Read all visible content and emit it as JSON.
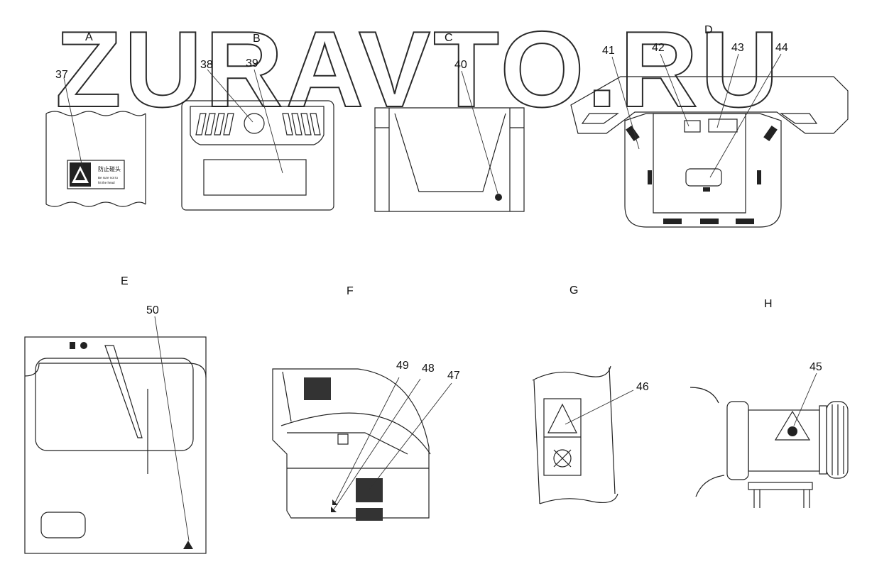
{
  "watermark": "ZURAVTO.RU",
  "corner_mark": "",
  "views": {
    "A": "A",
    "B": "B",
    "C": "C",
    "D": "D",
    "E": "E",
    "F": "F",
    "G": "G",
    "H": "H"
  },
  "callouts": {
    "c37": "37",
    "c38": "38",
    "c39": "39",
    "c40": "40",
    "c41": "41",
    "c42": "42",
    "c43": "43",
    "c44": "44",
    "c45": "45",
    "c46": "46",
    "c47": "47",
    "c48": "48",
    "c49": "49",
    "c50": "50"
  },
  "decal_37": {
    "cn": "防止碰头",
    "en1": "Be sure not to",
    "en2": "hit the head"
  }
}
